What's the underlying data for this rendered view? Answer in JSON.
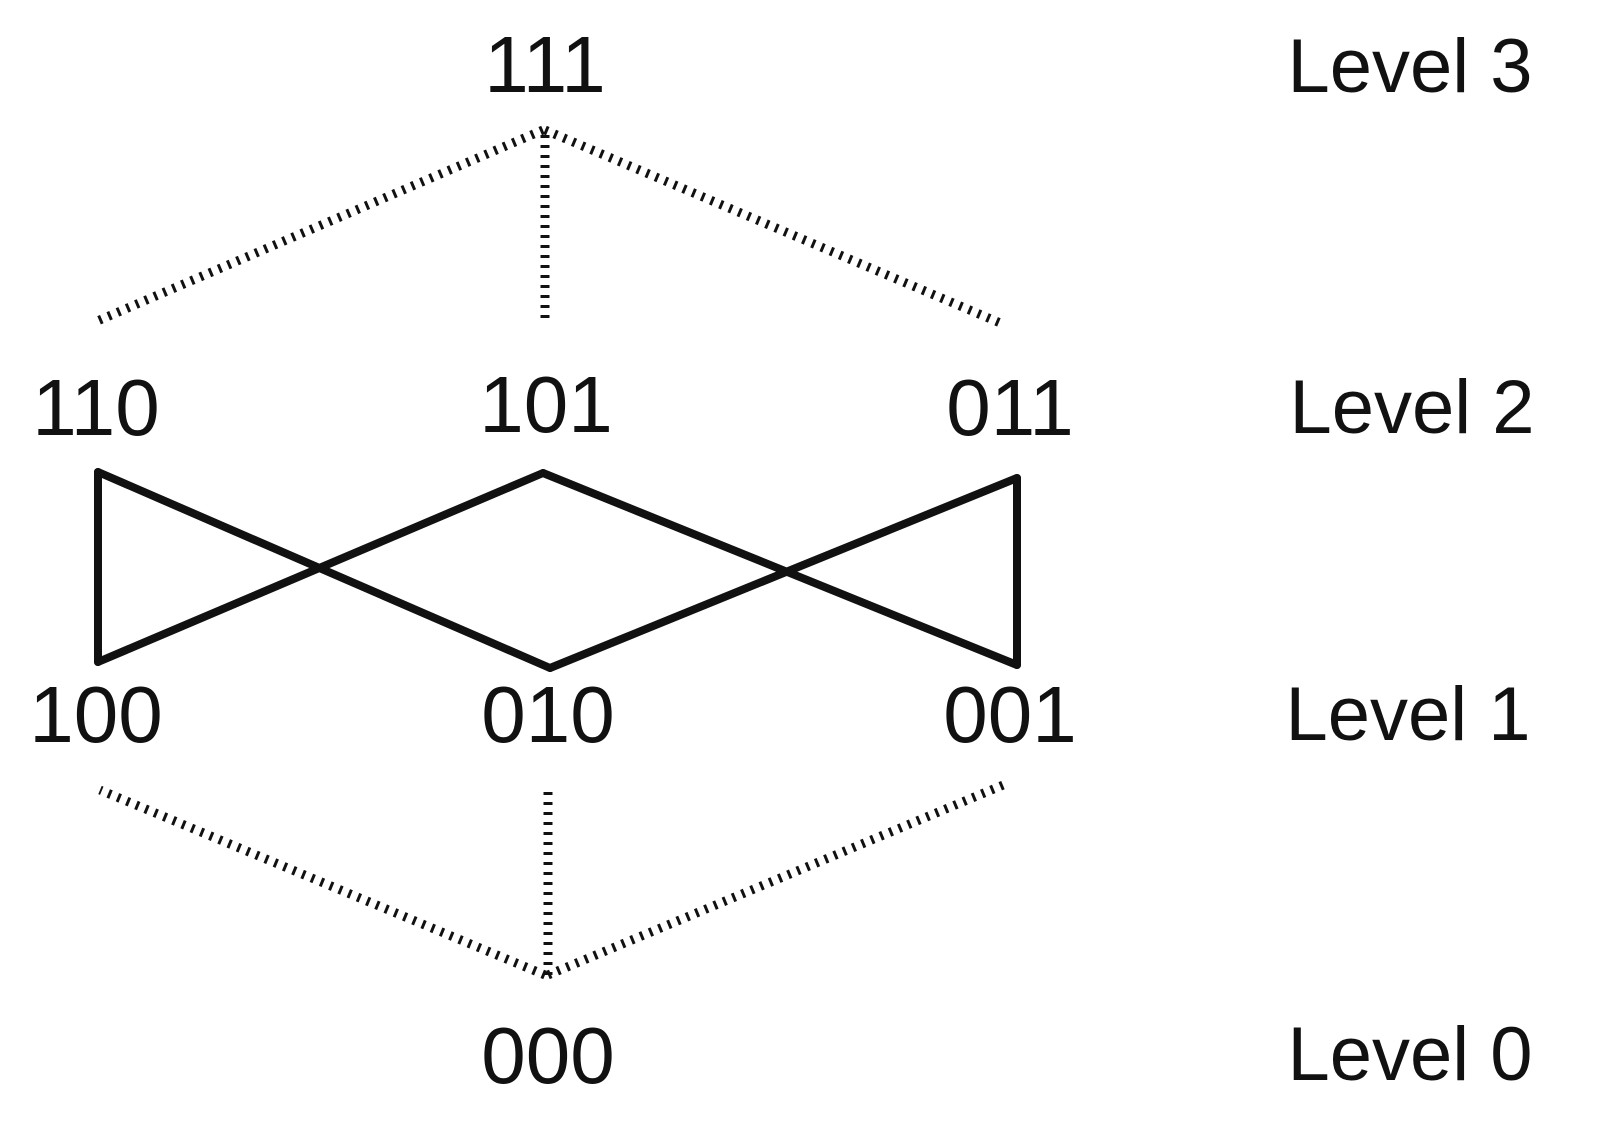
{
  "nodes": {
    "n111": "111",
    "n110": "110",
    "n101": "101",
    "n011": "011",
    "n100": "100",
    "n010": "010",
    "n001": "001",
    "n000": "000"
  },
  "levels": [
    "Level 3",
    "Level 2",
    "Level 1",
    "Level 0"
  ],
  "edges": {
    "dotted": [
      [
        "111",
        "110"
      ],
      [
        "111",
        "101"
      ],
      [
        "111",
        "011"
      ],
      [
        "000",
        "100"
      ],
      [
        "000",
        "010"
      ],
      [
        "000",
        "001"
      ]
    ],
    "solid": [
      [
        "110",
        "100"
      ],
      [
        "110",
        "010"
      ],
      [
        "101",
        "100"
      ],
      [
        "101",
        "001"
      ],
      [
        "011",
        "010"
      ],
      [
        "011",
        "001"
      ]
    ]
  }
}
